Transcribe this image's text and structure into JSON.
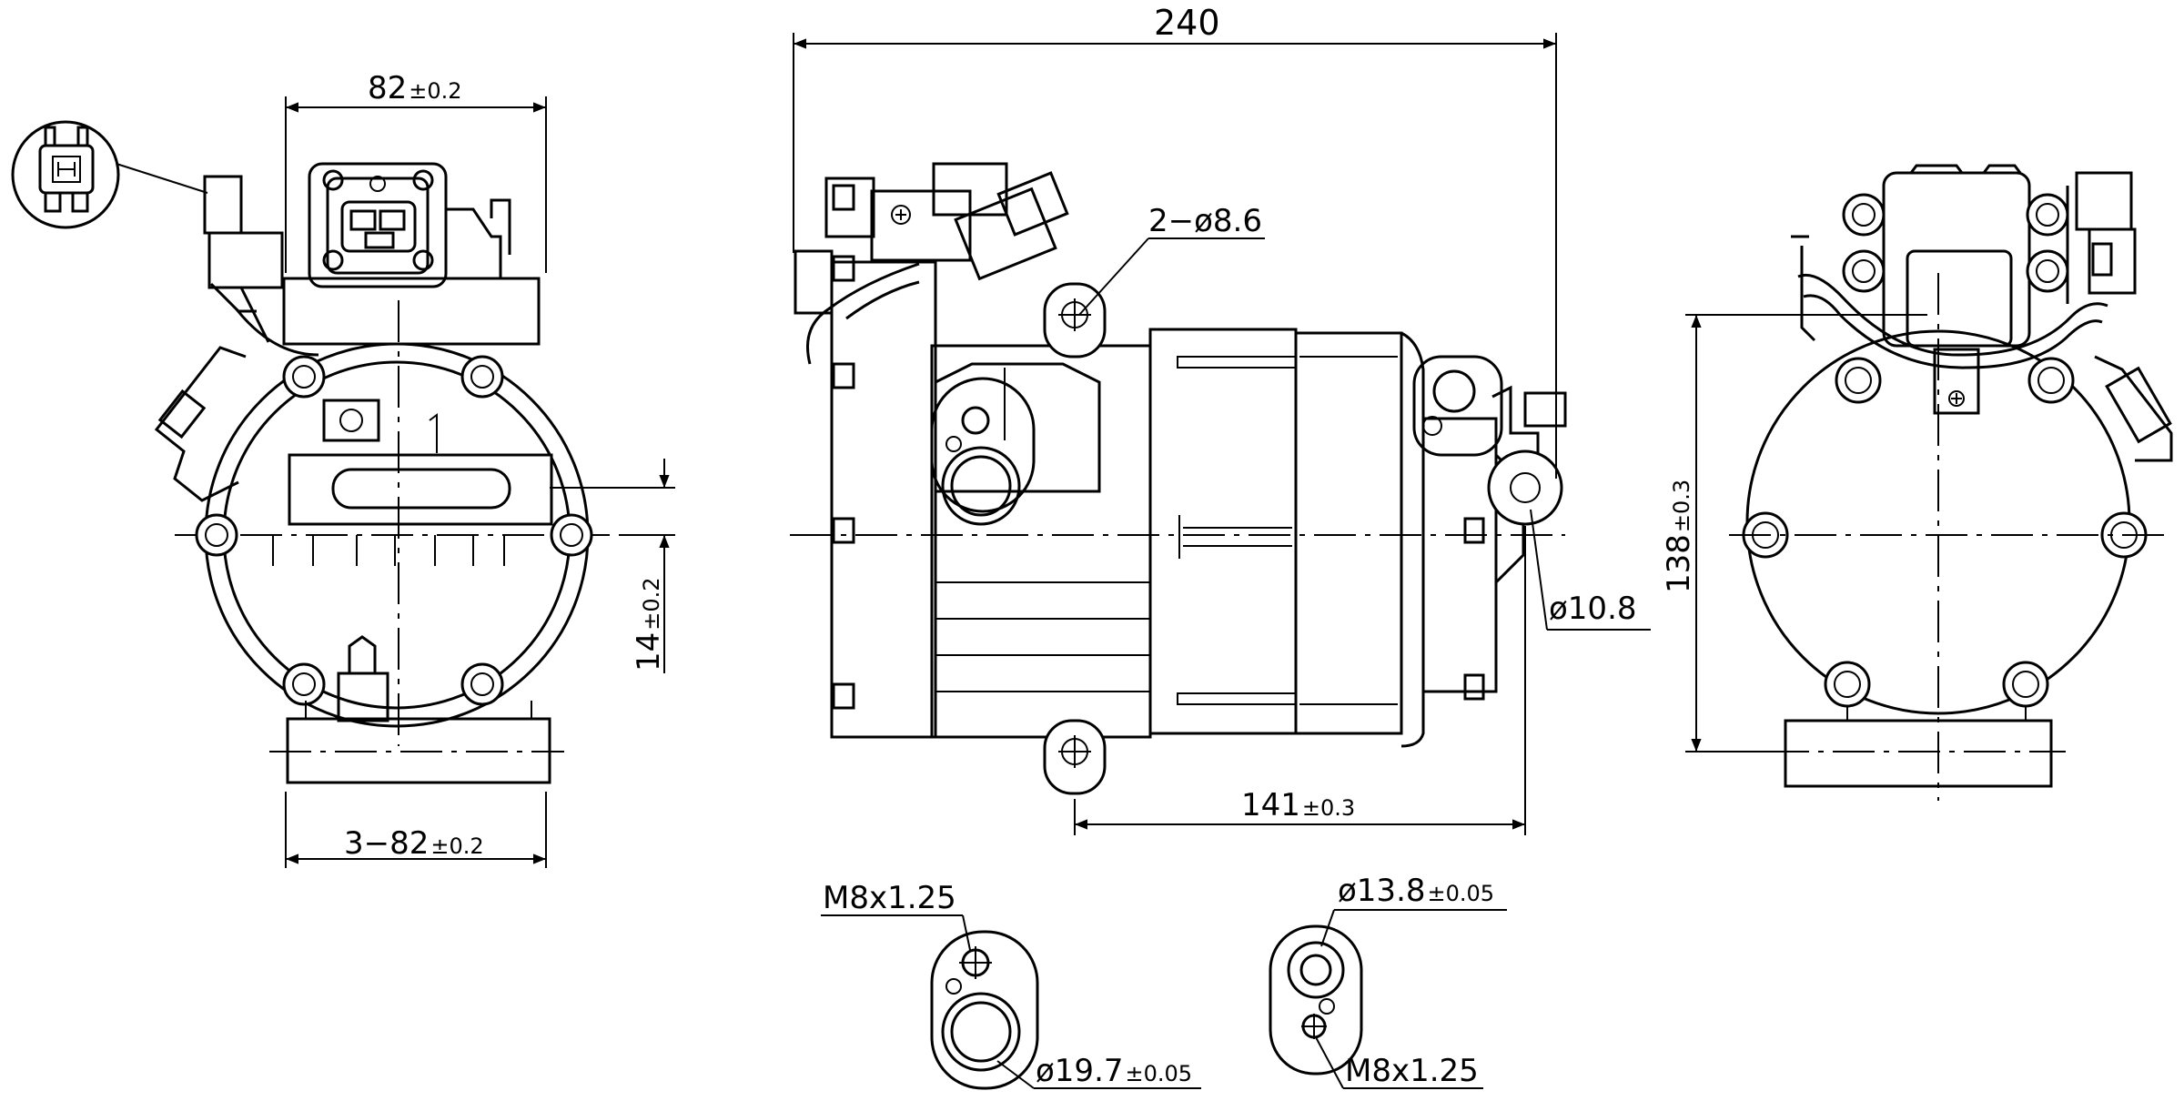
{
  "dimensions": {
    "overall_length": "240",
    "front_width": {
      "value": "82",
      "tol": "±0.2"
    },
    "front_mount": {
      "value": "3−82",
      "tol": "±0.2"
    },
    "front_offset": {
      "value": "14",
      "tol": "±0.2"
    },
    "mount_holes": "2−ø8.6",
    "rear_hole": "ø10.8",
    "mount_spacing": {
      "value": "141",
      "tol": "±0.3"
    },
    "height": {
      "value": "138",
      "tol": "±0.3"
    }
  },
  "ports": {
    "left": {
      "thread": "M8x1.25",
      "bore": {
        "value": "ø19.7",
        "tol": "±0.05"
      }
    },
    "right": {
      "bore": {
        "value": "ø13.8",
        "tol": "±0.05"
      },
      "thread": "M8x1.25"
    }
  }
}
